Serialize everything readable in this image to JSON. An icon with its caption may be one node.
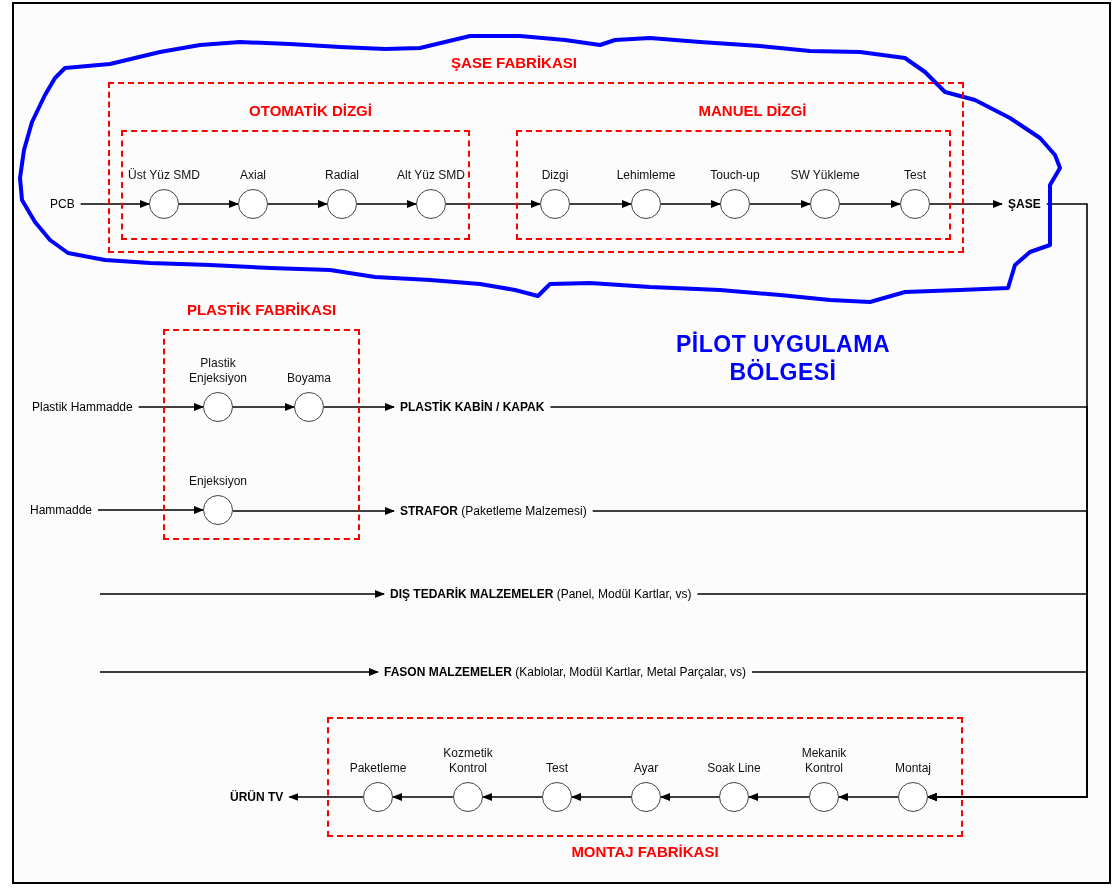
{
  "diagram": {
    "nodes": [
      {
        "text": [
          "PİLOT UYGULAMA BÖLGESİ"
        ]
      },
      {
        "text": [
          "ŞASE FABRİKASI"
        ],
        "in": 0
      },
      {
        "text": [
          "OTOMATİK DİZGİ"
        ],
        "in": 1
      },
      {
        "text": [
          "MANUEL DİZGİ"
        ],
        "in": 1
      },
      {
        "text": [
          "PCB"
        ],
        "in": 0
      },
      {
        "text": [
          "Üst Yüz SMD"
        ],
        "in": 2
      },
      {
        "text": [
          "Axial"
        ],
        "in": 2
      },
      {
        "text": [
          "Radial"
        ],
        "in": 2
      },
      {
        "text": [
          "Alt Yüz SMD"
        ],
        "in": 2
      },
      {
        "text": [
          "Dizgi"
        ],
        "in": 3
      },
      {
        "text": [
          "Lehimleme"
        ],
        "in": 3
      },
      {
        "text": [
          "Touch-up"
        ],
        "in": 3
      },
      {
        "text": [
          "SW Yükleme"
        ],
        "in": 3
      },
      {
        "text": [
          "Test"
        ],
        "in": 3
      },
      {
        "text": [
          "ŞASE"
        ],
        "in": 0
      },
      {
        "text": [
          "PLASTİK FABRİKASI"
        ]
      },
      {
        "text": [
          "Plastik Hammadde"
        ]
      },
      {
        "text": [
          "Plastik Enjeksiyon"
        ],
        "in": 15
      },
      {
        "text": [
          "Boyama"
        ],
        "in": 15
      },
      {
        "text": [
          "PLASTİK KABİN / KAPAK"
        ]
      },
      {
        "text": [
          "Hammadde"
        ]
      },
      {
        "text": [
          "Enjeksiyon"
        ],
        "in": 15
      },
      {
        "text": [
          "**STRAFOR** (Paketleme Malzemesi)"
        ]
      },
      {
        "text": [
          "**DIŞ TEDARİK MALZEMELER** (Panel, Modül Kartlar, vs)"
        ]
      },
      {
        "text": [
          "**FASON MALZEMELER** (Kablolar, Modül Kartlar, Metal Parçalar, vs)"
        ]
      },
      {
        "text": [
          "MONTAJ FABRİKASI"
        ]
      },
      {
        "text": [
          "Paketleme"
        ],
        "in": 25
      },
      {
        "text": [
          "Kozmetik Kontrol"
        ],
        "in": 25
      },
      {
        "text": [
          "Test"
        ],
        "in": 25
      },
      {
        "text": [
          "Ayar"
        ],
        "in": 25
      },
      {
        "text": [
          "Soak Line"
        ],
        "in": 25
      },
      {
        "text": [
          "Mekanik Kontrol"
        ],
        "in": 25
      },
      {
        "text": [
          "Montaj"
        ],
        "in": 25
      },
      {
        "text": [
          "ÜRÜN TV"
        ]
      }
    ],
    "edges": [
      {
        "from": 4,
        "to": 5,
        "arrow": "to"
      },
      {
        "from": 5,
        "to": 6,
        "arrow": "to"
      },
      {
        "from": 6,
        "to": 7,
        "arrow": "to"
      },
      {
        "from": 7,
        "to": 8,
        "arrow": "to"
      },
      {
        "from": 8,
        "to": 9,
        "arrow": "to"
      },
      {
        "from": 9,
        "to": 10,
        "arrow": "to"
      },
      {
        "from": 10,
        "to": 11,
        "arrow": "to"
      },
      {
        "from": 11,
        "to": 12,
        "arrow": "to"
      },
      {
        "from": 12,
        "to": 13,
        "arrow": "to"
      },
      {
        "from": 13,
        "to": 14,
        "arrow": "to"
      },
      {
        "from": 14,
        "to": 32,
        "arrow": "to"
      },
      {
        "from": 16,
        "to": 17,
        "arrow": "to"
      },
      {
        "from": 17,
        "to": 18,
        "arrow": "to"
      },
      {
        "from": 18,
        "to": 19,
        "arrow": "to"
      },
      {
        "from": 19,
        "to": 32,
        "arrow": "to"
      },
      {
        "from": 20,
        "to": 21,
        "arrow": "to"
      },
      {
        "from": 21,
        "to": 22,
        "arrow": "to"
      },
      {
        "from": 22,
        "to": 32,
        "arrow": "to"
      },
      {
        "from": null,
        "to": 23,
        "arrow": "to"
      },
      {
        "from": 23,
        "to": 32,
        "arrow": "to"
      },
      {
        "from": null,
        "to": 24,
        "arrow": "to"
      },
      {
        "from": 24,
        "to": 32,
        "arrow": "to"
      },
      {
        "from": 32,
        "to": 31,
        "arrow": "to"
      },
      {
        "from": 31,
        "to": 30,
        "arrow": "to"
      },
      {
        "from": 30,
        "to": 29,
        "arrow": "to"
      },
      {
        "from": 29,
        "to": 28,
        "arrow": "to"
      },
      {
        "from": 28,
        "to": 27,
        "arrow": "to"
      },
      {
        "from": 27,
        "to": 26,
        "arrow": "to"
      },
      {
        "from": 26,
        "to": 33,
        "arrow": "to"
      }
    ]
  }
}
